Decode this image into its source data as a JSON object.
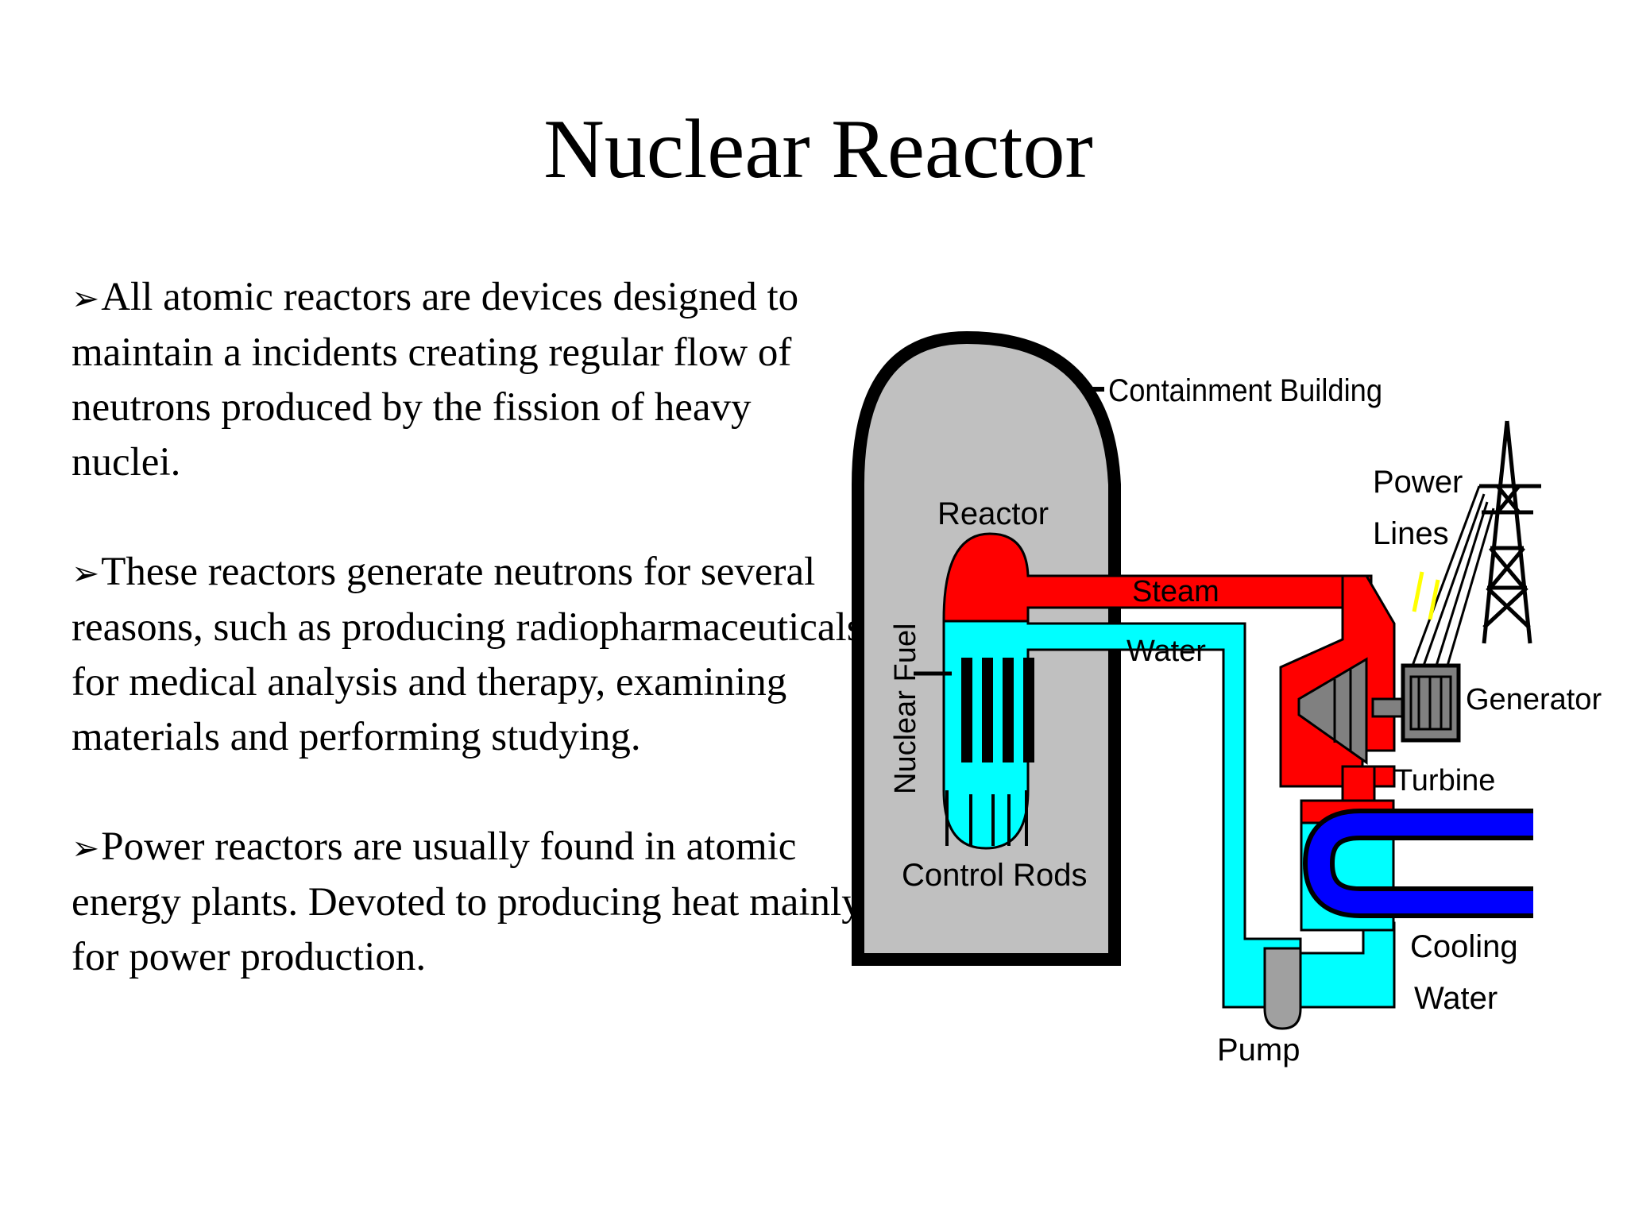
{
  "slide": {
    "title": "Nuclear Reactor",
    "bullet_marker": "➢",
    "bullets": [
      "All atomic reactors are devices designed to maintain a incidents creating regular flow of neutrons produced by the fission of heavy nuclei.",
      "These reactors generate neutrons for several reasons, such as producing radiopharmaceuticals for medical analysis and therapy, examining materials and performing studying.",
      "Power reactors are usually found in atomic energy plants. Devoted to producing heat mainly for power production."
    ]
  },
  "diagram": {
    "labels": {
      "containment": "Containment Building",
      "reactor": "Reactor",
      "nuclear_fuel": "Nuclear Fuel",
      "steam": "Steam",
      "water": "Water",
      "power": "Power",
      "lines": "Lines",
      "generator": "Generator",
      "turbine": "Turbine",
      "control_rods": "Control Rods",
      "cooling": "Cooling",
      "cooling_water": "Water",
      "pump": "Pump"
    },
    "colors": {
      "steam": "#ff0000",
      "water": "#00ffff",
      "building": "#c0c0c0",
      "cooling_pipe": "#0000ff",
      "turbine": "#808080",
      "outline": "#000000"
    }
  }
}
